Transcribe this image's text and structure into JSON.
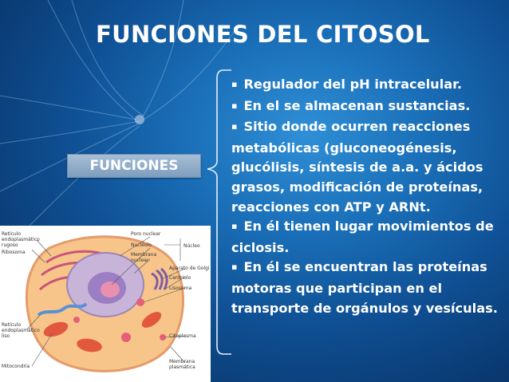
{
  "slide": {
    "title": "FUNCIONES DEL CITOSOL",
    "label": "FUNCIONES",
    "bullets": [
      {
        "bullet": "▪",
        "text": "Regulador del pH intracelular."
      },
      {
        "bullet": "▪",
        "text": "En el se almacenan sustancias."
      },
      {
        "bullet": "▪",
        "text": "Sitio donde ocurren reacciones metabólicas (gluconeogénesis, glucólisis, síntesis de a.a. y ácidos grasos, modificación de proteínas, reacciones con ATP y ARNt."
      },
      {
        "bullet": "▪",
        "text": "En él tienen lugar movimientos de ciclosis."
      },
      {
        "bullet": "▪",
        "text": "En él se encuentran las proteínas motoras que participan en el transporte de orgánulos y vesículas."
      }
    ]
  },
  "diagram": {
    "labels": {
      "reticulo_rugoso_1": "Retículo",
      "reticulo_rugoso_2": "endoplasmático",
      "reticulo_rugoso_3": "rugoso",
      "ribosoma": "Ribosoma",
      "poro_nuclear": "Poro nuclear",
      "nucleolo": "Nucléolo",
      "membrana_nuclear_1": "Membrana",
      "membrana_nuclear_2": "nuclear",
      "nucleo": "Núcleo",
      "golgi": "Aparato de Golgi",
      "centriolo": "Centriolo",
      "lisosoma": "Lisosoma",
      "reticulo_liso_1": "Retículo",
      "reticulo_liso_2": "endoplasmático",
      "reticulo_liso_3": "liso",
      "citoplasma": "Citoplasma",
      "mitocondria": "Mitocondria",
      "membrana_plasmatica_1": "Membrana",
      "membrana_plasmatica_2": "plasmática"
    }
  },
  "colors": {
    "background": "#1a6fb8",
    "chip": "#8eaaca",
    "text": "#ffffff"
  }
}
